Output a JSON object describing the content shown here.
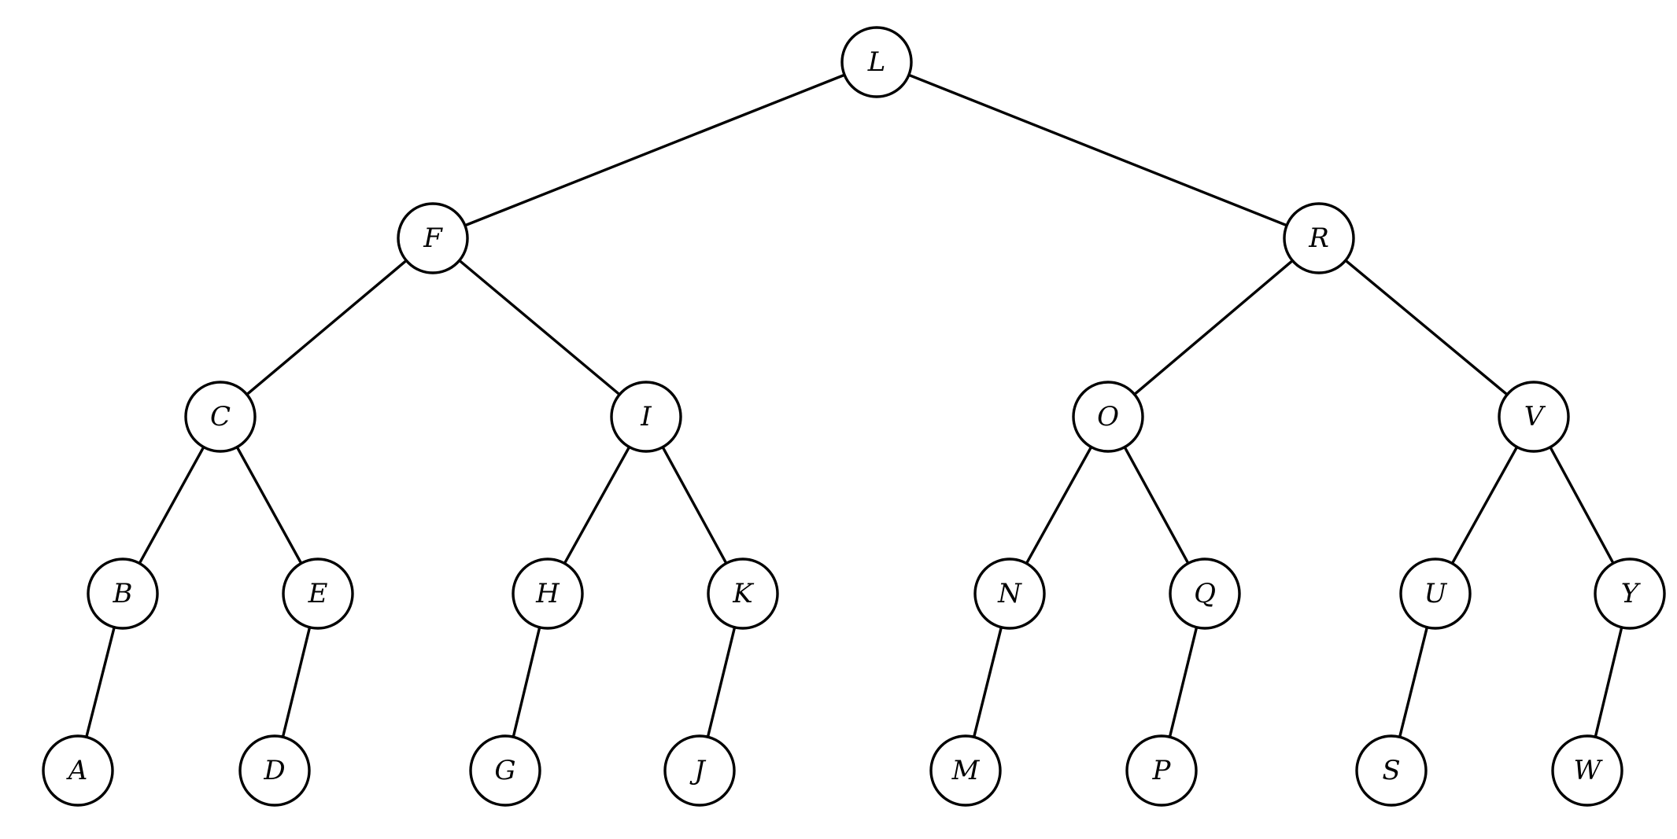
{
  "tree": {
    "root": "L",
    "nodes": [
      {
        "id": "L",
        "label": "L"
      },
      {
        "id": "F",
        "label": "F"
      },
      {
        "id": "R",
        "label": "R"
      },
      {
        "id": "C",
        "label": "C"
      },
      {
        "id": "I",
        "label": "I"
      },
      {
        "id": "O",
        "label": "O"
      },
      {
        "id": "V",
        "label": "V"
      },
      {
        "id": "B",
        "label": "B"
      },
      {
        "id": "E",
        "label": "E"
      },
      {
        "id": "H",
        "label": "H"
      },
      {
        "id": "K",
        "label": "K"
      },
      {
        "id": "N",
        "label": "N"
      },
      {
        "id": "Q",
        "label": "Q"
      },
      {
        "id": "U",
        "label": "U"
      },
      {
        "id": "Y",
        "label": "Y"
      },
      {
        "id": "A",
        "label": "A"
      },
      {
        "id": "D",
        "label": "D"
      },
      {
        "id": "G",
        "label": "G"
      },
      {
        "id": "J",
        "label": "J"
      },
      {
        "id": "M",
        "label": "M"
      },
      {
        "id": "P",
        "label": "P"
      },
      {
        "id": "S",
        "label": "S"
      },
      {
        "id": "W",
        "label": "W"
      }
    ],
    "edges": [
      {
        "from": "L",
        "to": "F"
      },
      {
        "from": "L",
        "to": "R"
      },
      {
        "from": "F",
        "to": "C"
      },
      {
        "from": "F",
        "to": "I"
      },
      {
        "from": "R",
        "to": "O"
      },
      {
        "from": "R",
        "to": "V"
      },
      {
        "from": "C",
        "to": "B"
      },
      {
        "from": "C",
        "to": "E"
      },
      {
        "from": "I",
        "to": "H"
      },
      {
        "from": "I",
        "to": "K"
      },
      {
        "from": "O",
        "to": "N"
      },
      {
        "from": "O",
        "to": "Q"
      },
      {
        "from": "V",
        "to": "U"
      },
      {
        "from": "V",
        "to": "Y"
      },
      {
        "from": "B",
        "to": "A"
      },
      {
        "from": "E",
        "to": "D"
      },
      {
        "from": "H",
        "to": "G"
      },
      {
        "from": "K",
        "to": "J"
      },
      {
        "from": "N",
        "to": "M"
      },
      {
        "from": "Q",
        "to": "P"
      },
      {
        "from": "U",
        "to": "S"
      },
      {
        "from": "Y",
        "to": "W"
      }
    ]
  },
  "colors": {
    "stroke": "#000000",
    "fill": "#ffffff",
    "text": "#000000"
  }
}
